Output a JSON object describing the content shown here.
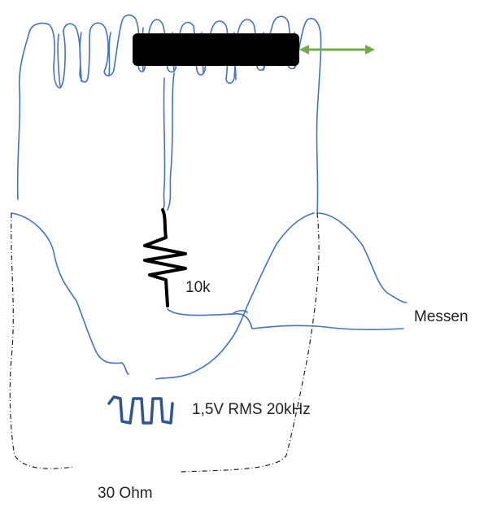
{
  "labels": {
    "resistor": "10k",
    "measure": "Messen",
    "source": "1,5V RMS 20kHz",
    "body_impedance": "30 Ohm"
  },
  "colors": {
    "hand_outline": "#4472C4",
    "electrode": "#000000",
    "arrow": "#70AD47",
    "source_wave": "#2F5597",
    "body_dashed": "#222222",
    "resistor": "#000000"
  },
  "icons": {
    "resistor": "zigzag-resistor-icon",
    "source": "square-wave-icon",
    "arrow": "double-headed-arrow-icon"
  }
}
